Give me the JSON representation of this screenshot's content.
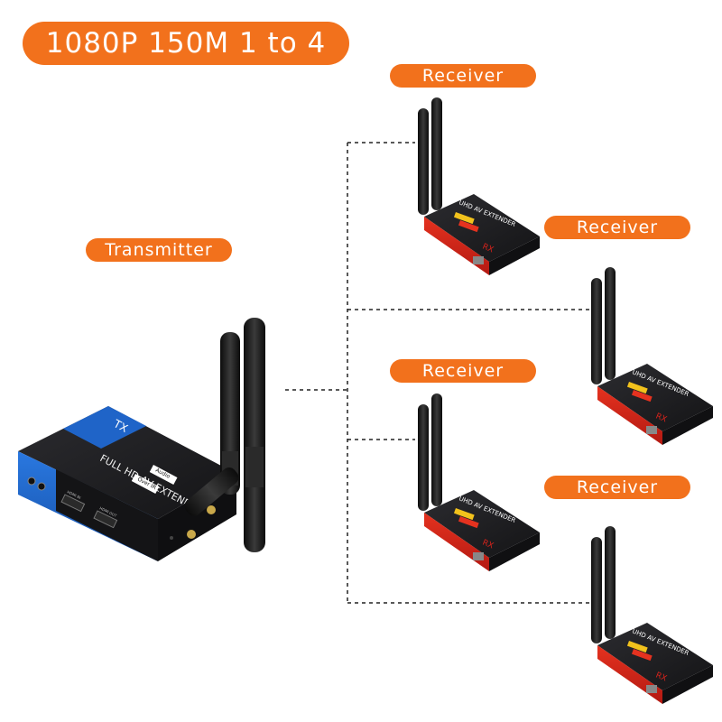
{
  "headline": "1080P 150M  1 to 4",
  "transmitter": {
    "label": "Transmitter",
    "model_text": "FULL HD AV EXTENDER",
    "badge": "TX",
    "ports": [
      "HDMI IN",
      "HDMI OUT"
    ],
    "tags": [
      "Audio",
      "Over IR"
    ]
  },
  "receivers": [
    {
      "label": "Receiver",
      "model_text": "UHD AV EXTENDER",
      "badge": "RX"
    },
    {
      "label": "Receiver",
      "model_text": "UHD AV EXTENDER",
      "badge": "RX"
    },
    {
      "label": "Receiver",
      "model_text": "UHD AV EXTENDER",
      "badge": "RX"
    },
    {
      "label": "Receiver",
      "model_text": "UHD AV EXTENDER",
      "badge": "RX"
    }
  ],
  "colors": {
    "accent": "#f2711c",
    "tx_blue": "#1f64c8",
    "rx_red": "#d8231b",
    "device_black": "#1b1b1d"
  }
}
